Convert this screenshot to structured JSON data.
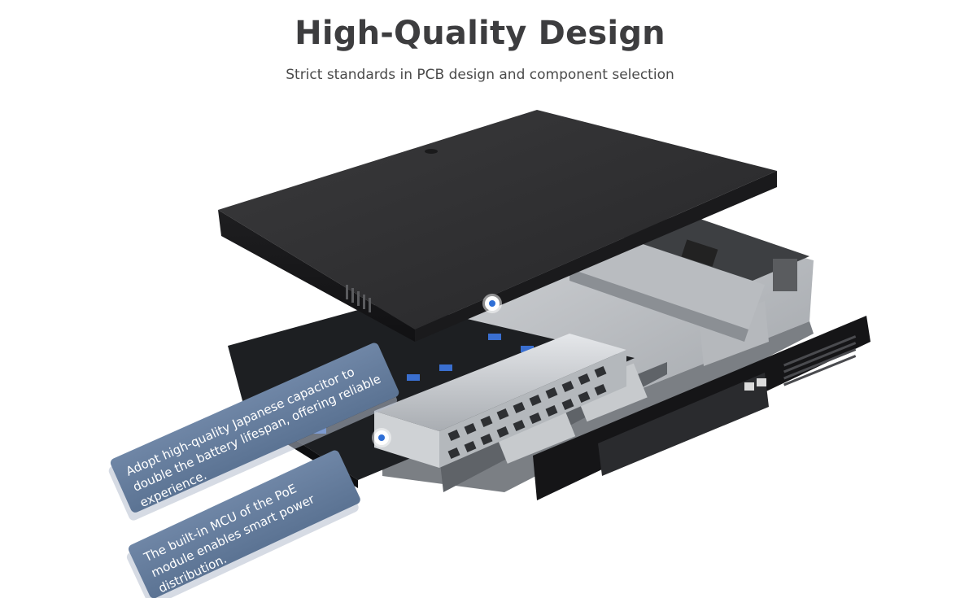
{
  "header": {
    "title": "High-Quality Design",
    "subtitle": "Strict standards in PCB design and component selection"
  },
  "callouts": [
    {
      "text": "Adopt high-quality Japanese capacitor to double the battery lifespan, offering reliable experience."
    },
    {
      "text": "The built-in MCU of the PoE module enables smart power distribution."
    }
  ],
  "colors": {
    "title": "#3d3d3f",
    "subtitle": "#4a4a4a",
    "callout_bg": "#6379a0",
    "marker": "#2f6fd6",
    "chassis_dark": "#2b2b2d"
  }
}
